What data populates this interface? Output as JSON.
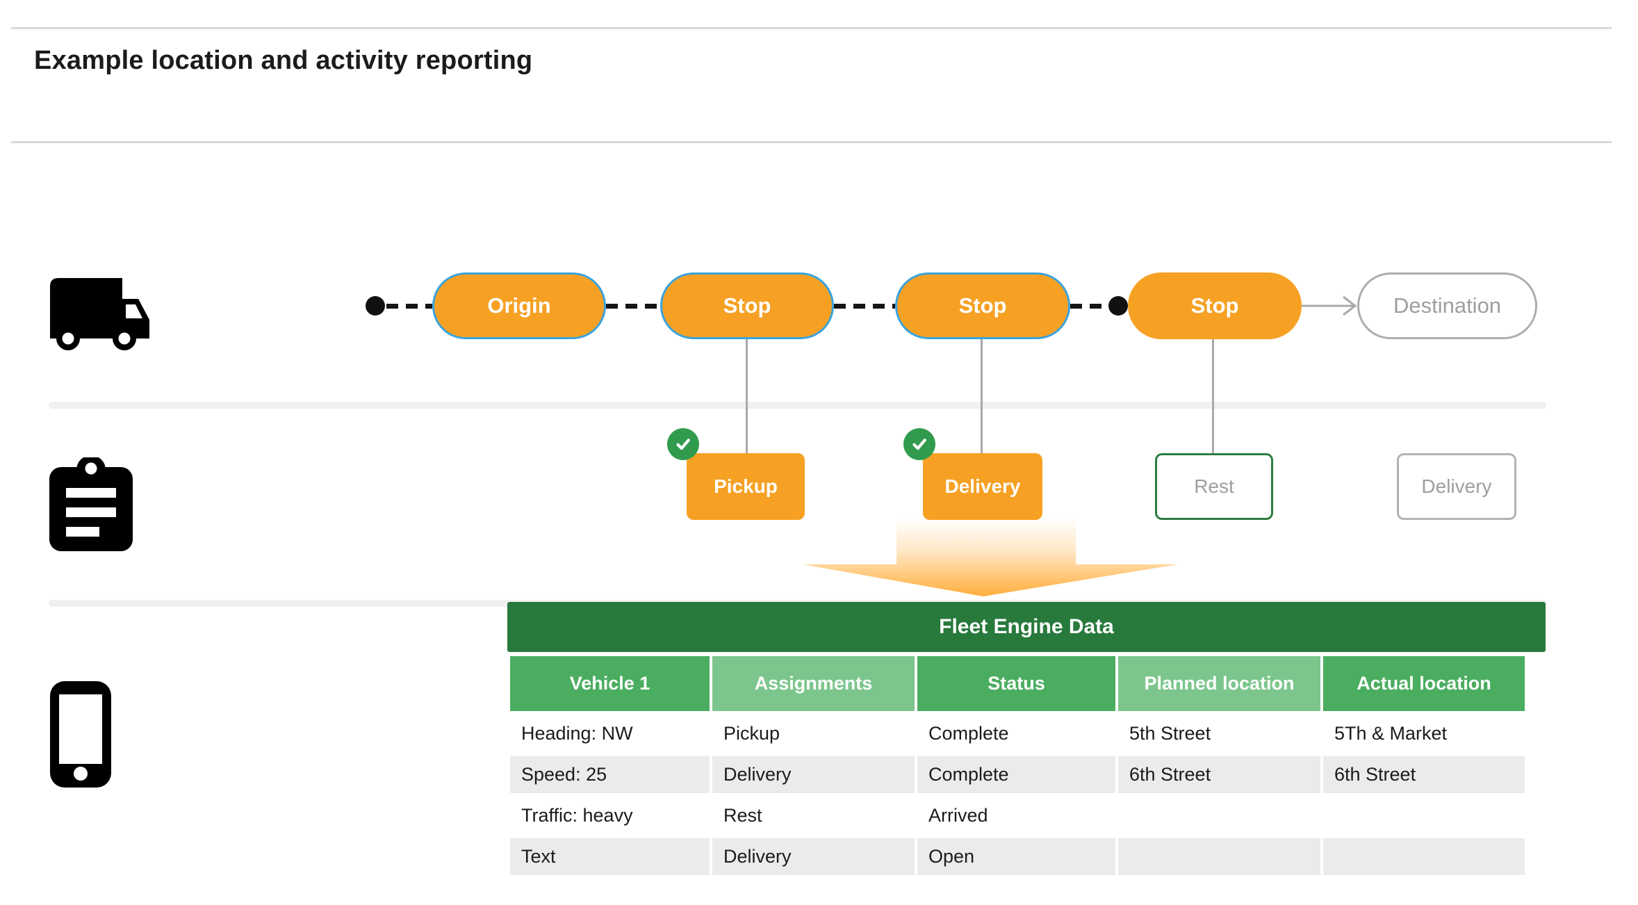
{
  "title": "Example location and activity reporting",
  "route": {
    "stops": [
      {
        "label": "Origin",
        "state": "visited"
      },
      {
        "label": "Stop",
        "state": "visited"
      },
      {
        "label": "Stop",
        "state": "visited"
      },
      {
        "label": "Stop",
        "state": "planned"
      },
      {
        "label": "Destination",
        "state": "future"
      }
    ]
  },
  "activities": {
    "pickup": {
      "label": "Pickup",
      "completed": true
    },
    "delivery": {
      "label": "Delivery",
      "completed": true
    },
    "rest": {
      "label": "Rest",
      "completed": false
    },
    "future_delivery": {
      "label": "Delivery",
      "completed": false
    }
  },
  "table": {
    "title": "Fleet Engine Data",
    "columns": [
      "Vehicle 1",
      "Assignments",
      "Status",
      "Planned location",
      "Actual location"
    ],
    "rows": [
      [
        "Heading: NW",
        "Pickup",
        "Complete",
        "5th Street",
        "5Th & Market"
      ],
      [
        "Speed: 25",
        "Delivery",
        "Complete",
        "6th Street",
        "6th Street"
      ],
      [
        "Traffic: heavy",
        "Rest",
        "Arrived",
        "",
        ""
      ],
      [
        "Text",
        "Delivery",
        "Open",
        "",
        ""
      ]
    ]
  },
  "icons": {
    "truck": "truck-icon",
    "clipboard": "clipboard-icon",
    "phone": "phone-icon",
    "check": "check-icon"
  },
  "colors": {
    "orange": "#F6A124",
    "blue_border": "#3AA3DC",
    "banner_green": "#27793C",
    "header_green_mid": "#4BAD60",
    "header_green_light": "#7CC68D",
    "badge_green": "#319B4D",
    "rest_border_green": "#2D7D40",
    "row_gray": "#EBEBEB",
    "line_gray": "#A9A9A9",
    "arrow_orange": "#FFAE3B"
  }
}
